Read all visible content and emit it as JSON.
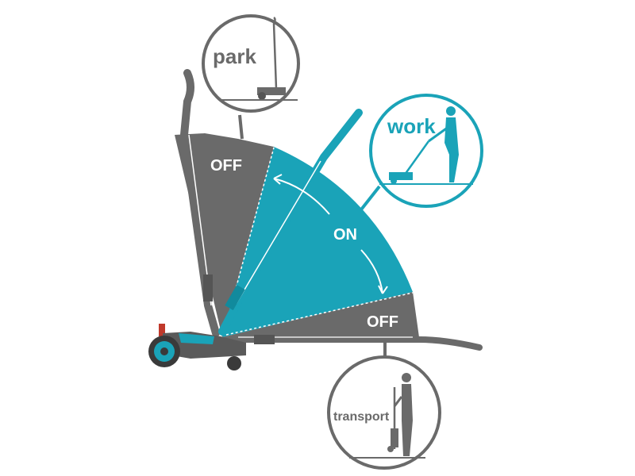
{
  "diagram": {
    "modes": {
      "park": "park",
      "work": "work",
      "transport": "transport"
    },
    "states": {
      "off_top": "OFF",
      "on": "ON",
      "off_bottom": "OFF"
    },
    "colors": {
      "gray": "#6a6a6a",
      "dark_gray": "#555555",
      "teal": "#1aa3b8",
      "white": "#ffffff"
    }
  }
}
